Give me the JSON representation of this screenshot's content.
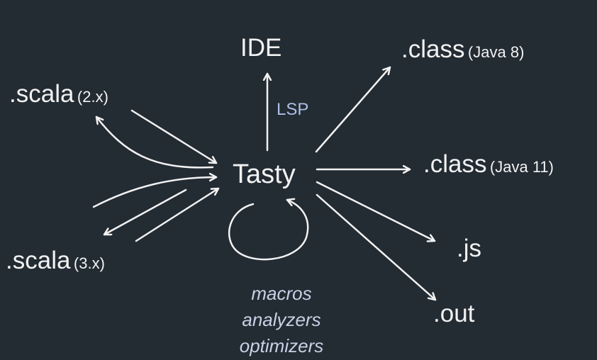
{
  "nodes": {
    "scala2": {
      "name": ".scala",
      "version": "(2.x)"
    },
    "scala3": {
      "name": ".scala",
      "version": "(3.x)"
    },
    "ide": {
      "name": "IDE"
    },
    "lsp": {
      "name": "LSP"
    },
    "tasty": {
      "name": "Tasty"
    },
    "class8": {
      "name": ".class",
      "version": "(Java 8)"
    },
    "class11": {
      "name": ".class",
      "version": "(Java 11)"
    },
    "js": {
      "name": ".js"
    },
    "out": {
      "name": ".out"
    }
  },
  "caption": [
    "macros",
    "analyzers",
    "optimizers"
  ],
  "colors": {
    "background": "#232b33",
    "text": "#f2f2f2",
    "lsp": "#aebfe6",
    "caption": "#c8d2e6",
    "arrow": "#f2f2f2"
  }
}
